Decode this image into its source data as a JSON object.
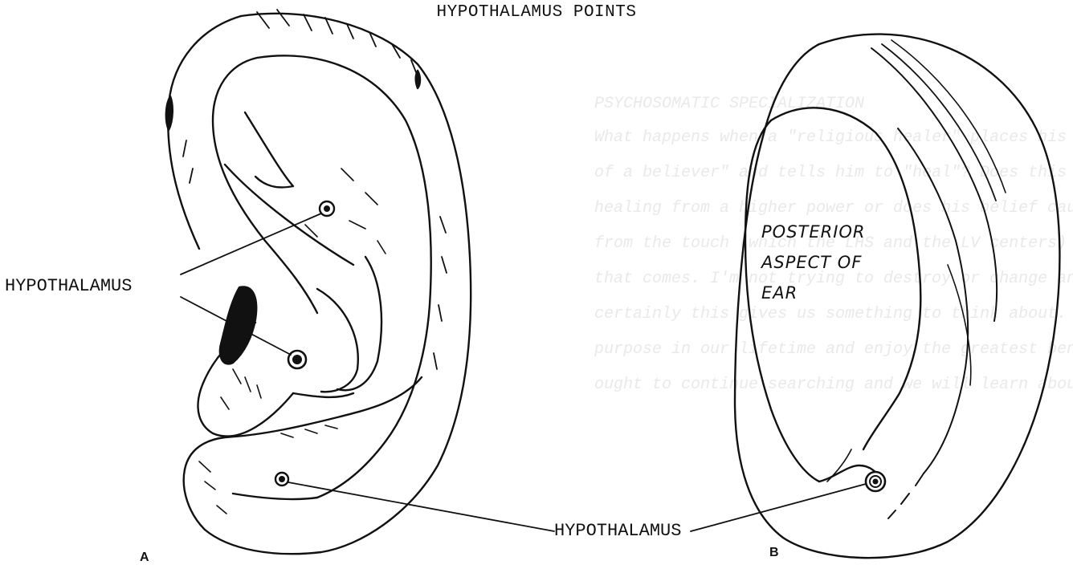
{
  "title": "HYPOTHALAMUS POINTS",
  "labels": {
    "hypothalamus_left": "HYPOTHALAMUS",
    "hypothalamus_bottom": "HYPOTHALAMUS",
    "figure_a": "A",
    "figure_b": "B",
    "posterior_line1": "POSTERIOR",
    "posterior_line2": "ASPECT OF",
    "posterior_line3": "EAR"
  },
  "bleed_through_text": [
    "PSYCHOSOMATIC SPECIALIZATION",
    "What happens when a \"religious healer\" places his hands on the body",
    "of a believer\" and tells him to \"heal\"? Does this person receive the",
    "healing from a higher power or does his belief cause the limbic system",
    "from the touch (which the LHS and the LV centers) to bring up the \"healing\"",
    "that comes. I'm not trying to destroy or change anyone's beliefs, but",
    "certainly this gives us something to think about. If we desire to do this",
    "purpose in our lifetime and enjoy the greatest benefit as a doctor we",
    "ought to continue searching and we will learn about the limbic"
  ],
  "colors": {
    "ink": "#111111",
    "bleed": "#e9e9e9",
    "background": "#ffffff"
  }
}
